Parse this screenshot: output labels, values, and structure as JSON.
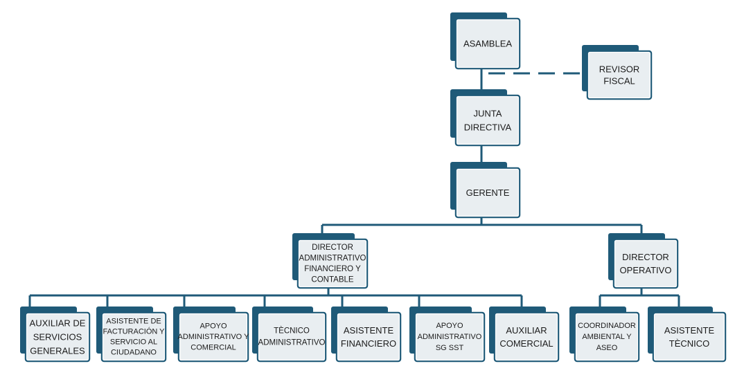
{
  "colors": {
    "accent": "#1f5a78",
    "line": "#1f5a78",
    "box_fill": "#e9eef1",
    "text": "#1b1b1b"
  },
  "nodes": {
    "asamblea": {
      "lines": [
        "ASAMBLEA"
      ]
    },
    "revisor": {
      "lines": [
        "REVISOR",
        "FISCAL"
      ]
    },
    "junta": {
      "lines": [
        "JUNTA",
        "DIRECTIVA"
      ]
    },
    "gerente": {
      "lines": [
        "GERENTE"
      ]
    },
    "dir_admin": {
      "lines": [
        "DIRECTOR",
        "ADMINISTRATIVO",
        "FINANCIERO Y",
        "CONTABLE"
      ]
    },
    "dir_oper": {
      "lines": [
        "DIRECTOR",
        "OPERATIVO"
      ]
    },
    "aux_serv": {
      "lines": [
        "AUXILIAR DE",
        "SERVICIOS",
        "GENERALES"
      ]
    },
    "asist_fact": {
      "lines": [
        "ASISTENTE DE",
        "FACTURACIÓN Y",
        "SERVICIO AL",
        "CIUDADANO"
      ]
    },
    "apoyo_com": {
      "lines": [
        "APOYO",
        "ADMINISTRATIVO Y",
        "COMERCIAL"
      ]
    },
    "tec_admin": {
      "lines": [
        "TÈCNICO",
        "ADMINISTRATIVO"
      ]
    },
    "asist_fin": {
      "lines": [
        "ASISTENTE",
        "FINANCIERO"
      ]
    },
    "apoyo_sst": {
      "lines": [
        "APOYO",
        "ADMINISTRATIVO",
        "SG SST"
      ]
    },
    "aux_com": {
      "lines": [
        "AUXILIAR",
        "COMERCIAL"
      ]
    },
    "coord_amb": {
      "lines": [
        "COORDINADOR",
        "AMBIENTAL Y",
        "ASEO"
      ]
    },
    "asist_tec": {
      "lines": [
        "ASISTENTE",
        "TÈCNICO"
      ]
    }
  }
}
